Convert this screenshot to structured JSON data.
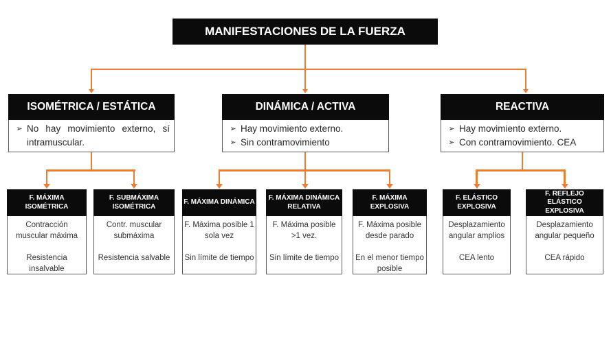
{
  "title": {
    "label": "MANIFESTACIONES DE LA FUERZA"
  },
  "bullet_glyph": "➢",
  "branches": [
    {
      "header": "ISOMÉTRICA / ESTÁTICA",
      "bullets": [
        "No hay movimiento externo, sí intramuscular."
      ]
    },
    {
      "header": "DINÁMICA / ACTIVA",
      "bullets": [
        "Hay movimiento externo.",
        "Sin contramovimiento"
      ]
    },
    {
      "header": "REACTIVA",
      "bullets": [
        "Hay movimiento externo.",
        "Con contramovimiento. CEA"
      ]
    }
  ],
  "leaves": [
    {
      "header": "F. MÁXIMA ISOMÉTRICA",
      "lines": [
        "Contracción muscular máxima",
        "Resistencia insalvable"
      ]
    },
    {
      "header": "F. SUBMÁXIMA ISOMÉTRICA",
      "lines": [
        "Contr. muscular submáxima",
        "Resistencia salvable"
      ]
    },
    {
      "header": "F. MÁXIMA DINÁMICA",
      "lines": [
        "F. Máxima posible 1 sola vez",
        "Sin límite de tiempo"
      ]
    },
    {
      "header": "F. MÁXIMA DINÁMICA RELATIVA",
      "lines": [
        "F. Máxima posible >1 vez.",
        "Sin límite de tiempo"
      ]
    },
    {
      "header": "F. MÁXIMA EXPLOSIVA",
      "lines": [
        "F. Máxima posible desde parado",
        "En el menor tiempo posible"
      ]
    },
    {
      "header": "F. ELÁSTICO EXPLOSIVA",
      "lines": [
        "Desplazamiento angular amplios",
        "CEA lento"
      ]
    },
    {
      "header": "F. REFLEJO ELÁSTICO EXPLOSIVA",
      "lines": [
        "Desplazamiento angular pequeño",
        "CEA rápido"
      ]
    }
  ],
  "colors": {
    "accent": "#ED7D31",
    "box_fill": "#0B0B0B",
    "border_gray": "#595959",
    "body_text": "#262626"
  }
}
